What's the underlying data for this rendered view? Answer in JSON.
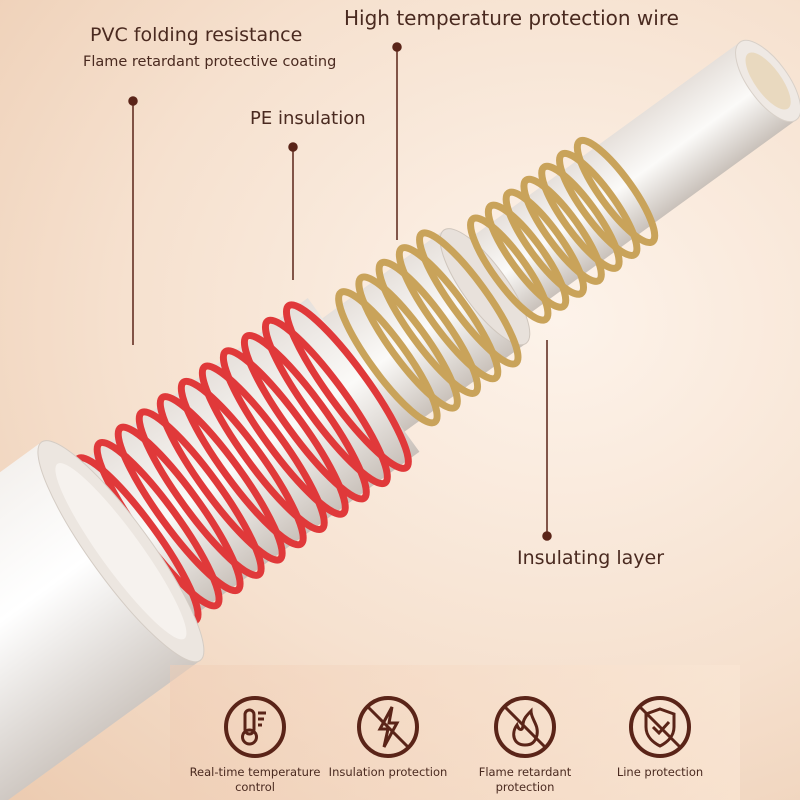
{
  "labels": {
    "pvc_title": "PVC folding resistance",
    "pvc_sub": "Flame retardant protective coating",
    "pe": "PE insulation",
    "wire": "High temperature protection wire",
    "insulating": "Insulating layer"
  },
  "features": [
    {
      "icon": "thermometer-icon",
      "label": "Real-time temperature control"
    },
    {
      "icon": "no-lightning-icon",
      "label": "Insulation protection"
    },
    {
      "icon": "no-flame-icon",
      "label": "Flame retardant protection"
    },
    {
      "icon": "shield-check-icon",
      "label": "Line protection"
    }
  ],
  "colors": {
    "accent": "#5a2418",
    "coil_red": "#e0393a",
    "coil_gold": "#c9a35a"
  }
}
